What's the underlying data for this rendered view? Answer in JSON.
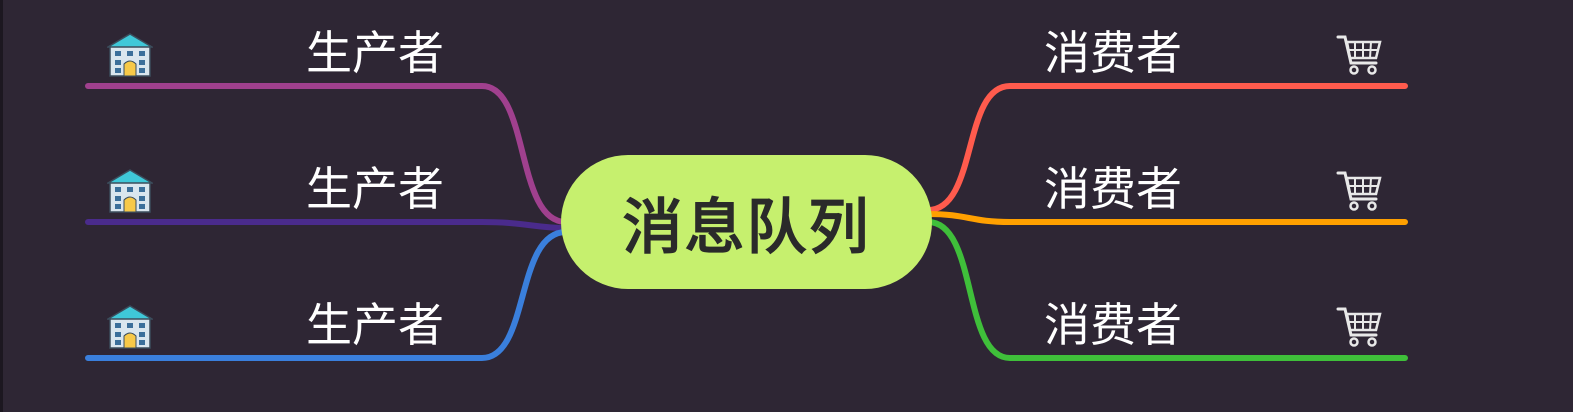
{
  "diagram": {
    "center": {
      "label": "消息队列",
      "color": "#c6f06e"
    },
    "producers": [
      {
        "label": "生产者",
        "icon": "building-icon",
        "color": "#a0408e"
      },
      {
        "label": "生产者",
        "icon": "building-icon",
        "color": "#4a2b8c"
      },
      {
        "label": "生产者",
        "icon": "building-icon",
        "color": "#3a7fdc"
      }
    ],
    "consumers": [
      {
        "label": "消费者",
        "icon": "shopping-cart-icon",
        "color": "#ff5b4d"
      },
      {
        "label": "消费者",
        "icon": "shopping-cart-icon",
        "color": "#ffa000"
      },
      {
        "label": "消费者",
        "icon": "shopping-cart-icon",
        "color": "#3fbf3a"
      }
    ]
  }
}
